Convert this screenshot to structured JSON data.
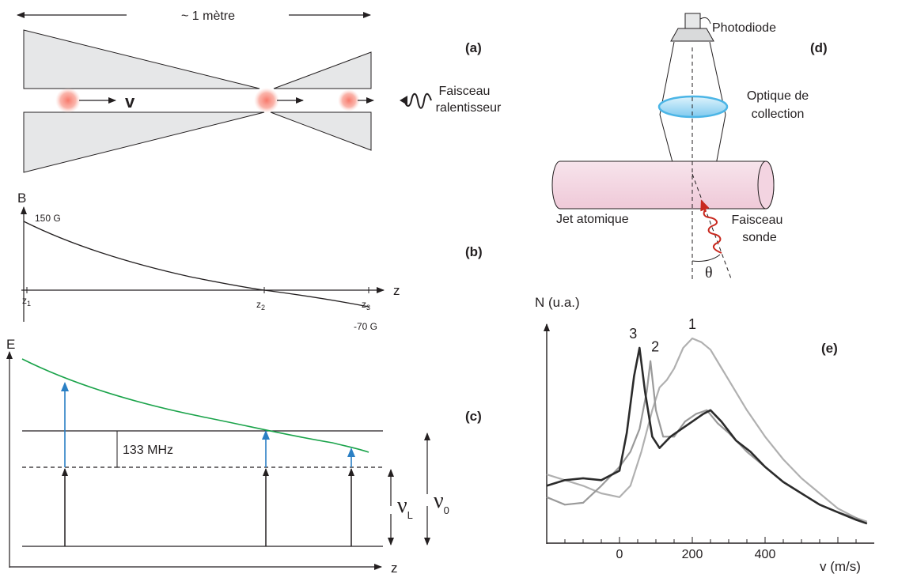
{
  "panel_labels": {
    "a": "(a)",
    "b": "(b)",
    "c": "(c)",
    "d": "(d)",
    "e": "(e)"
  },
  "panel_a": {
    "length_label": "~ 1 mètre",
    "velocity_label": "v",
    "slowing_beam_label_line1": "Faisceau",
    "slowing_beam_label_line2": "ralentisseur"
  },
  "panel_b": {
    "y_axis_label": "B",
    "x_axis_label": "z",
    "b_max_label": "150 G",
    "b_min_label": "-70 G",
    "positions": [
      {
        "base": "z",
        "sub": "1"
      },
      {
        "base": "z",
        "sub": "2"
      },
      {
        "base": "z",
        "sub": "3"
      }
    ]
  },
  "panel_c": {
    "y_axis_label": "E",
    "x_axis_label": "z",
    "detuning_label": "133 MHz",
    "laser_freq": {
      "base": "ν",
      "sub": "L"
    },
    "atomic_freq": {
      "base": "ν",
      "sub": "0"
    },
    "colors": {
      "resonance_curve": "#1aa34a",
      "blue_arrow": "#2a7fc4"
    }
  },
  "panel_d": {
    "photodiode_label": "Photodiode",
    "optics_label_line1": "Optique de",
    "optics_label_line2": "collection",
    "jet_label": "Jet atomique",
    "probe_label_line1": "Faisceau",
    "probe_label_line2": "sonde",
    "angle_label": "θ",
    "colors": {
      "jet_fill": "#f4dbe6",
      "lens": "#4bb5e6",
      "probe": "#c8281e"
    }
  },
  "chart_data": {
    "type": "line",
    "xlabel": "v (m/s)",
    "ylabel": "N (u.a.)",
    "x_ticks": [
      "0",
      "200",
      "400"
    ],
    "xlim": [
      -200,
      700
    ],
    "series": [
      {
        "name": "1",
        "peak_x": 200,
        "x": [
          -200,
          -150,
          -100,
          -50,
          0,
          30,
          60,
          90,
          110,
          130,
          150,
          175,
          200,
          225,
          250,
          275,
          300,
          350,
          400,
          450,
          500,
          550,
          600,
          650,
          680
        ],
        "values": [
          0.28,
          0.25,
          0.22,
          0.18,
          0.16,
          0.22,
          0.4,
          0.62,
          0.74,
          0.78,
          0.84,
          0.95,
          1.0,
          0.98,
          0.94,
          0.86,
          0.78,
          0.62,
          0.48,
          0.36,
          0.26,
          0.18,
          0.1,
          0.05,
          0.03
        ]
      },
      {
        "name": "2",
        "peak_x": 85,
        "x": [
          -200,
          -150,
          -100,
          -50,
          0,
          30,
          55,
          75,
          85,
          100,
          120,
          150,
          180,
          210,
          240,
          270,
          300,
          350,
          400,
          450,
          500,
          550,
          600,
          650,
          680
        ],
        "values": [
          0.16,
          0.12,
          0.13,
          0.22,
          0.32,
          0.4,
          0.52,
          0.72,
          0.88,
          0.62,
          0.48,
          0.48,
          0.56,
          0.6,
          0.62,
          0.55,
          0.5,
          0.4,
          0.32,
          0.24,
          0.18,
          0.12,
          0.08,
          0.05,
          0.02
        ]
      },
      {
        "name": "3",
        "peak_x": 55,
        "x": [
          -200,
          -150,
          -100,
          -50,
          0,
          20,
          40,
          55,
          70,
          90,
          110,
          140,
          170,
          200,
          230,
          250,
          280,
          320,
          360,
          400,
          450,
          500,
          550,
          600,
          650,
          680
        ],
        "values": [
          0.22,
          0.25,
          0.26,
          0.25,
          0.3,
          0.5,
          0.8,
          0.95,
          0.72,
          0.48,
          0.42,
          0.48,
          0.52,
          0.56,
          0.6,
          0.62,
          0.56,
          0.46,
          0.4,
          0.32,
          0.24,
          0.18,
          0.12,
          0.08,
          0.04,
          0.02
        ]
      }
    ]
  }
}
